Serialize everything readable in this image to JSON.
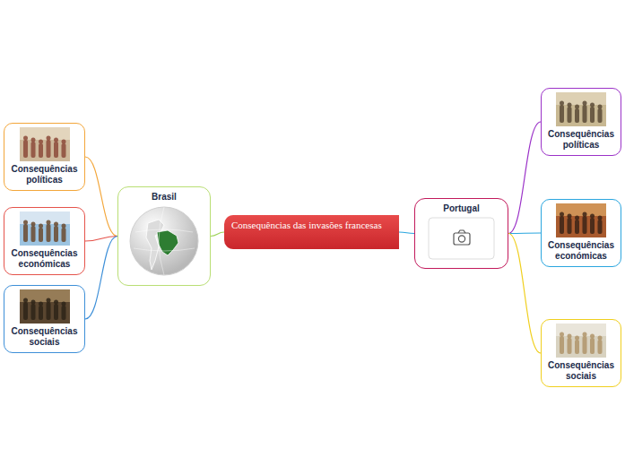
{
  "diagram": {
    "nodes": [
      {
        "text": [
          "Consequências das invasões francesas"
        ]
      },
      {
        "text": [
          "Brasil"
        ]
      },
      {
        "text": [
          "Consequências políticas"
        ]
      },
      {
        "text": [
          "Consequências económicas"
        ]
      },
      {
        "text": [
          "Consequências sociais"
        ]
      },
      {
        "text": [
          "Portugal"
        ]
      },
      {
        "text": [
          "Consequências políticas"
        ]
      },
      {
        "text": [
          "Consequências económicas"
        ]
      },
      {
        "text": [
          "Consequências sociais"
        ]
      }
    ],
    "edges": [
      {
        "from": 0,
        "to": 1,
        "arrow": "none"
      },
      {
        "from": 1,
        "to": 2,
        "arrow": "none"
      },
      {
        "from": 1,
        "to": 3,
        "arrow": "none"
      },
      {
        "from": 1,
        "to": 4,
        "arrow": "none"
      },
      {
        "from": 0,
        "to": 5,
        "arrow": "none"
      },
      {
        "from": 5,
        "to": 6,
        "arrow": "none"
      },
      {
        "from": 5,
        "to": 7,
        "arrow": "none"
      },
      {
        "from": 5,
        "to": 8,
        "arrow": "none"
      }
    ]
  }
}
